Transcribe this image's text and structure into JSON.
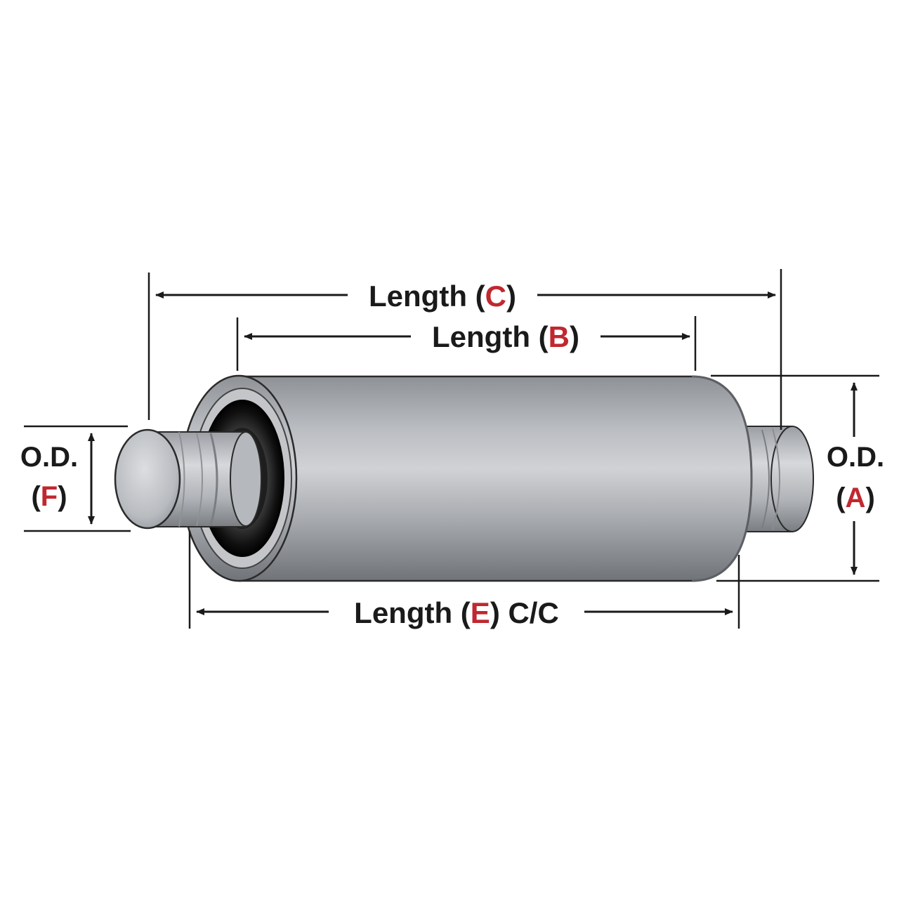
{
  "colors": {
    "ink": "#1a1a1a",
    "letter": "#c0282f",
    "metal_light": "#d4d6d9",
    "metal_mid": "#a3a6ab",
    "metal_dark": "#6f7277",
    "rubber": "#111111"
  },
  "dimensions": {
    "length_c": {
      "prefix": "Length (",
      "letter": "C",
      "suffix": ")"
    },
    "length_b": {
      "prefix": "Length (",
      "letter": "B",
      "suffix": ")"
    },
    "length_e": {
      "prefix": "Length (",
      "letter": "E",
      "suffix": ") C/C"
    },
    "od_f": {
      "line1": "O.D.",
      "open": "(",
      "letter": "F",
      "close": ")"
    },
    "od_a": {
      "line1": "O.D.",
      "open": "(",
      "letter": "A",
      "close": ")"
    }
  }
}
